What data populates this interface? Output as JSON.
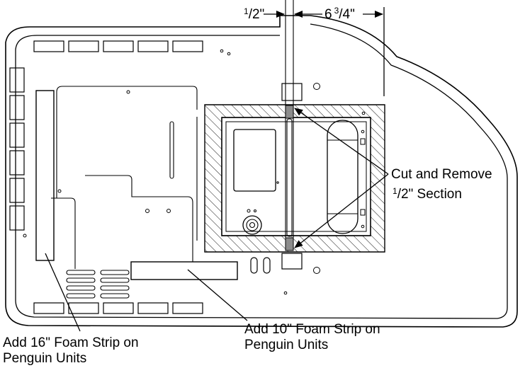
{
  "dimensions": {
    "left": {
      "num": "1",
      "den": "/2\""
    },
    "right": {
      "whole": "6",
      "num": "3",
      "den": "/4\""
    }
  },
  "callouts": {
    "cut_line1": "Cut and Remove",
    "cut_num": "1",
    "cut_line2": "/2\" Section",
    "strip16_line1": "Add 16\" Foam Strip on",
    "strip16_line2": "Penguin Units",
    "strip10_line1": "Add 10\" Foam Strip on",
    "strip10_line2": "Penguin Units"
  },
  "colors": {
    "ink": "#000000",
    "cut_section": "#8c8c8c",
    "paper": "#ffffff"
  }
}
